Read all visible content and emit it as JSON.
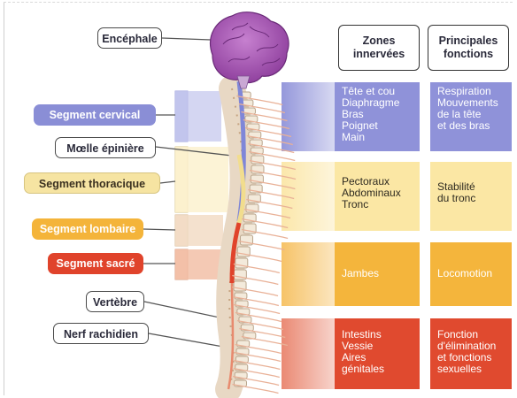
{
  "labels": {
    "encephale": "Encéphale",
    "segment_cervical": "Segment cervical",
    "moelle": "Mœlle épinière",
    "segment_thoracique": "Segment thoracique",
    "segment_lombaire": "Segment lombaire",
    "segment_sacre": "Segment sacré",
    "vertebre": "Vertèbre",
    "nerf": "Nerf rachidien"
  },
  "table": {
    "headers": [
      "Zones\ninnervées",
      "Principales\nfonctions"
    ],
    "rows": [
      {
        "segment": "cervical",
        "zones": "Tête et cou\nDiaphragme\nBras\nPoignet\nMain",
        "fonctions": "Respiration\nMouvements\nde la tête\net des bras"
      },
      {
        "segment": "thoracique",
        "zones": "Pectoraux\nAbdominaux\nTronc",
        "fonctions": "Stabilité\ndu tronc"
      },
      {
        "segment": "lombaire",
        "zones": "Jambes",
        "fonctions": "Locomotion"
      },
      {
        "segment": "sacré",
        "zones": "Intestins\nVessie\nAires\ngénitales",
        "fonctions": "Fonction\nd'élimination\net fonctions\nsexuelles"
      }
    ]
  },
  "colors": {
    "cervical": "#8a8ed6",
    "thoracique": "#f6e4a2",
    "lombaire": "#f4b43a",
    "sacre": "#e0432b",
    "brain": "#a24bb0"
  }
}
